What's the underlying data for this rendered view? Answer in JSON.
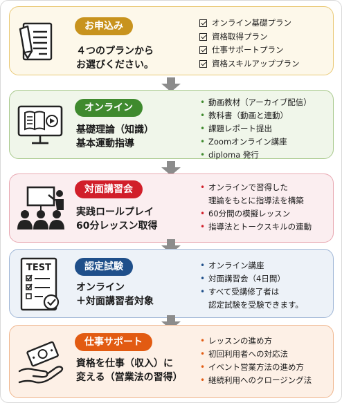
{
  "colors": {
    "application": "#c8931e",
    "online": "#3f8a2e",
    "in_person": "#d11f2a",
    "exam": "#1f4f8a",
    "support": "#e25b12",
    "arrow": "#8c8c8c"
  },
  "application": {
    "icon": "document-pen-icon",
    "title": "お申込み",
    "desc": [
      "４つのプランから",
      "お選びください。"
    ],
    "plans": [
      "オンライン基礎プラン",
      "資格取得プラン",
      "仕事サポートプラン",
      "資格スキルアッププラン"
    ]
  },
  "online": {
    "icon": "monitor-video-icon",
    "title": "オンライン",
    "desc": [
      "基礎理論（知識）",
      "基本運動指導"
    ],
    "items": [
      "動画教材（アーカイブ配信）",
      "教科書（動画と連動）",
      "課題レポート提出",
      "Zoomオンライン講座",
      "diploma 発行"
    ]
  },
  "in_person": {
    "icon": "lecture-audience-icon",
    "title": "対面講習会",
    "desc": [
      "実践ロールプレイ",
      "60分レッスン取得"
    ],
    "items": [
      {
        "lines": [
          "オンラインで習得した",
          "理論をもとに指導法を構築"
        ]
      },
      {
        "lines": [
          "60分間の模擬レッスン"
        ]
      },
      {
        "lines": [
          "指導法とトークスキルの連動"
        ]
      }
    ]
  },
  "exam": {
    "icon": "test-checklist-icon",
    "icon_text": "TEST",
    "title": "認定試験",
    "desc": [
      "オンライン",
      "＋対面講習者対象"
    ],
    "items": [
      {
        "lines": [
          "オンライン講座"
        ]
      },
      {
        "lines": [
          "対面講習会（4日間）"
        ]
      },
      {
        "lines": [
          "すべて受講修了者は",
          "認定試験を受験できます。"
        ]
      }
    ]
  },
  "support": {
    "icon": "hand-money-icon",
    "title": "仕事サポート",
    "desc": [
      "資格を仕事（収入）に",
      "変える（営業法の習得）"
    ],
    "items": [
      "レッスンの進め方",
      "初回利用者への対応法",
      "イベント営業方法の進め方",
      "継続利用へのクロージング法"
    ]
  }
}
